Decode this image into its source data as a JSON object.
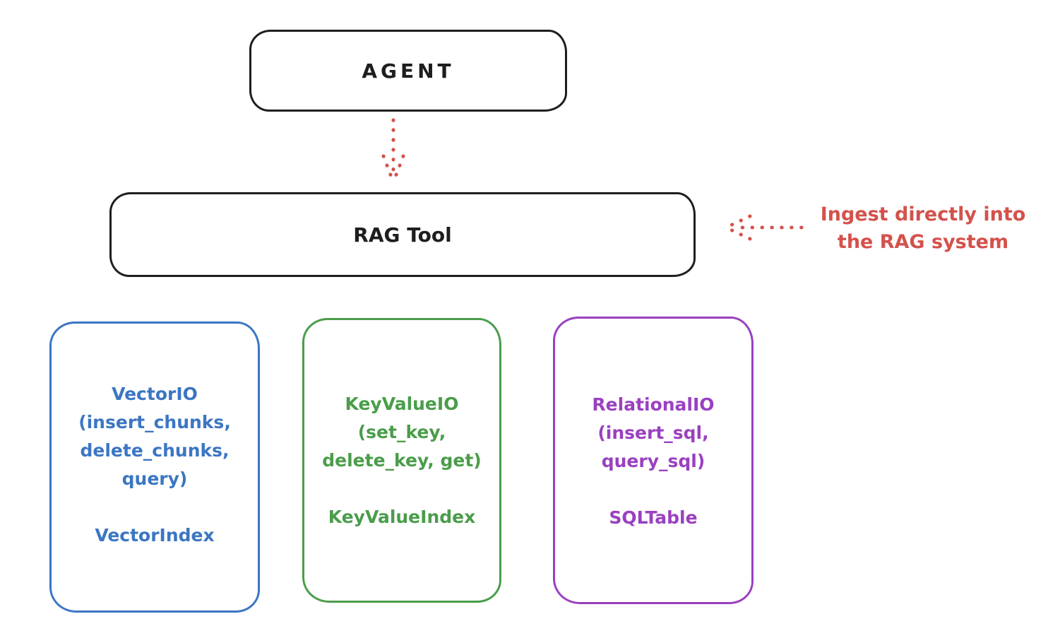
{
  "colors": {
    "background": "#ffffff",
    "ink": "#1e1e1e",
    "red": "#d4514b",
    "blue": "#3b76c3",
    "green": "#4a9d4a",
    "purple": "#9a40c0"
  },
  "agent_box": {
    "label": "AGENT"
  },
  "rag_tool_box": {
    "label": "RAG Tool"
  },
  "ingest_annotation": {
    "line1": "Ingest directly into",
    "line2": "the RAG system"
  },
  "backends": [
    {
      "name": "vector-io",
      "color": "#3b76c3",
      "lines": [
        "VectorIO",
        "(insert_chunks,",
        "delete_chunks,",
        "query)"
      ],
      "index_label": "VectorIndex"
    },
    {
      "name": "keyvalue-io",
      "color": "#4a9d4a",
      "lines": [
        "KeyValueIO",
        "(set_key,",
        "delete_key, get)"
      ],
      "index_label": "KeyValueIndex"
    },
    {
      "name": "relational-io",
      "color": "#9a40c0",
      "lines": [
        "RelationalIO",
        "(insert_sql,",
        "query_sql)"
      ],
      "index_label": "SQLTable"
    }
  ]
}
